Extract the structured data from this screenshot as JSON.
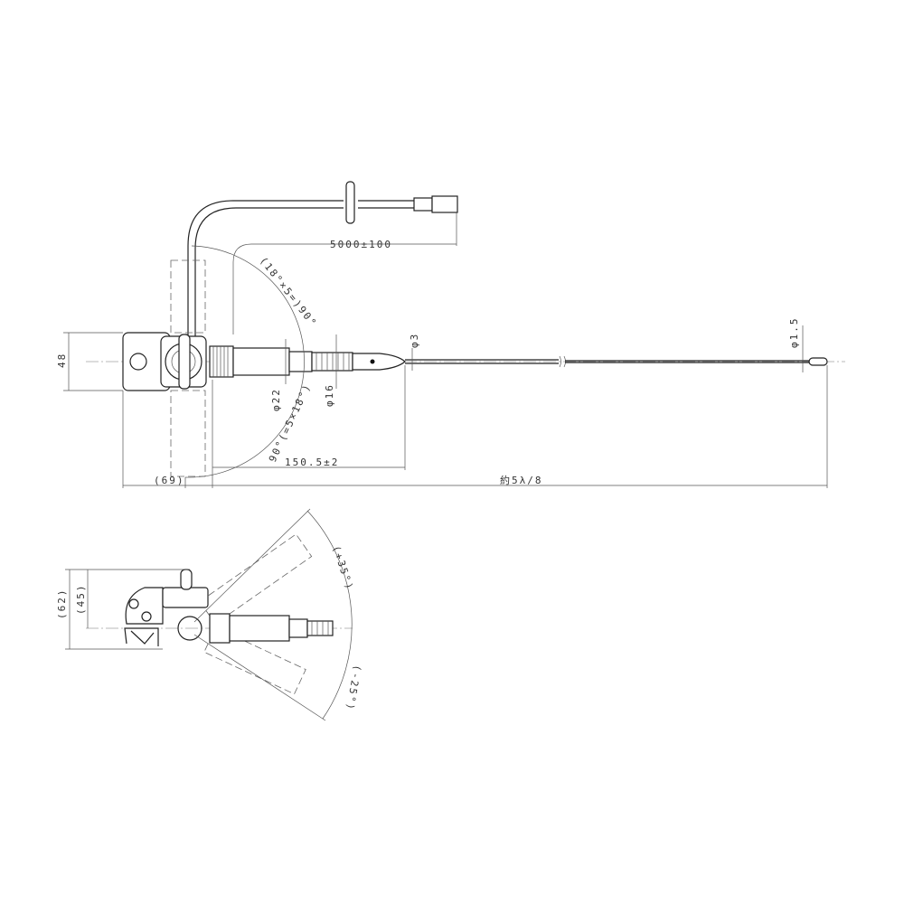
{
  "top_view": {
    "cable_length": "5000±100",
    "rotation_angle": "(18°×5=)90°",
    "rotation_angle_lower": "90°(=5×18°)",
    "housing_height": "48",
    "grip_diameter": "φ22",
    "spring_diameter": "φ16",
    "element_base_diameter": "φ3",
    "element_tip_diameter": "φ1.5",
    "base_length": "150.5±2",
    "offset": "(69)",
    "element_length": "約5λ/8"
  },
  "side_view": {
    "total_height": "(62)",
    "center_height": "(45)",
    "tilt_up": "(+35°)",
    "tilt_down": "(-25°)"
  }
}
